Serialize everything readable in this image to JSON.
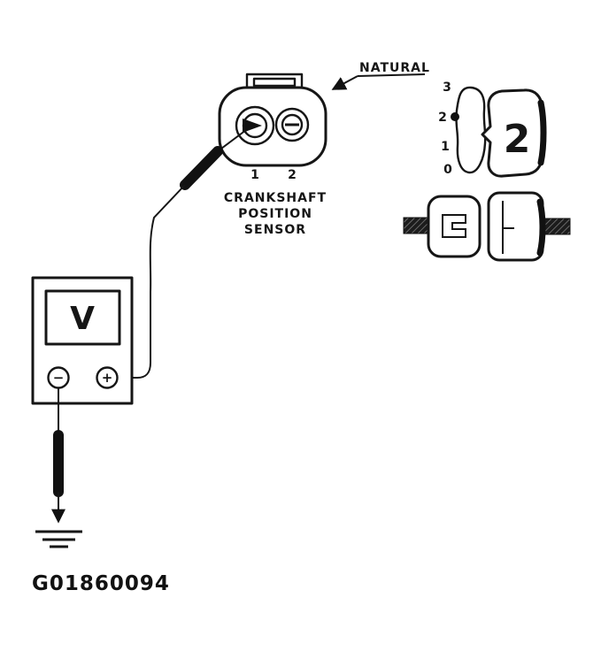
{
  "figure_id": "G01860094",
  "sensor": {
    "callout": "NATURAL",
    "pins": [
      "1",
      "2"
    ],
    "label_lines": [
      "CRANKSHAFT",
      "POSITION",
      "SENSOR"
    ]
  },
  "meter": {
    "display": "V",
    "negative": "−",
    "positive": "+"
  },
  "connector_side_view": {
    "scale": [
      "3",
      "2",
      "1",
      "0"
    ],
    "cavity_number": "2"
  }
}
